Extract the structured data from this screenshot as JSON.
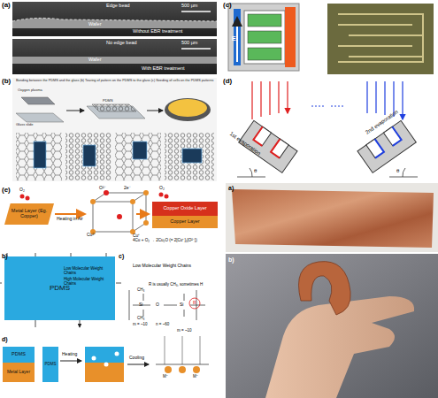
{
  "diagram": {
    "nodes": [
      {
        "text": [
          "Metal Layer (Eg. Copper)"
        ]
      },
      {
        "text": [
          "Copper Oxide Layer"
        ]
      },
      {
        "text": [
          "Copper Layer"
        ]
      },
      {
        "text": [
          "PDMS"
        ]
      },
      {
        "text": [
          "PDMS"
        ]
      },
      {
        "text": [
          "Metal Layer"
        ]
      },
      {
        "text": [
          "PDMS"
        ]
      }
    ],
    "labels": [
      "(a)",
      "Edge bead",
      "500 µm",
      "Wafer",
      "Without EBR treatment",
      "No edge bead",
      "500 µm",
      "Wafer",
      "With EBR treatment",
      "(b)",
      "Bonding between the PDMS and the glass  (b) Tearing of pattern on the PDMS to the glass  (c) Seeding of cells on the PDMS patterns",
      "Oxygen plasma",
      "Glass slide",
      "PDMS",
      "(c)",
      "E",
      "(d)",
      "1st evaporation",
      "2nd evaporation",
      "θ",
      "θ",
      "a)",
      "b)",
      "(e)",
      "O₂",
      "Heating in Air",
      "O²⁻",
      "2e⁻",
      "O₂",
      "Cu²⁺",
      "Cu⁺",
      "4Cu + O₂ → 2Cu₂O (= 2[Cu⁺]₂[O²⁻])",
      "b)",
      "Low Molecular Weight Chains",
      "High Molecular Weight Chains",
      "c)",
      "Low Molecular Weight Chains",
      "n = ~60",
      "m = ~10",
      "R is usually CH₃, sometimes H",
      "d)",
      "Heating",
      "Cooling",
      "m = ~10",
      "M⁺",
      "M⁺",
      "Si",
      "O",
      "Si",
      "R",
      "CH₃",
      "CH₃"
    ]
  }
}
